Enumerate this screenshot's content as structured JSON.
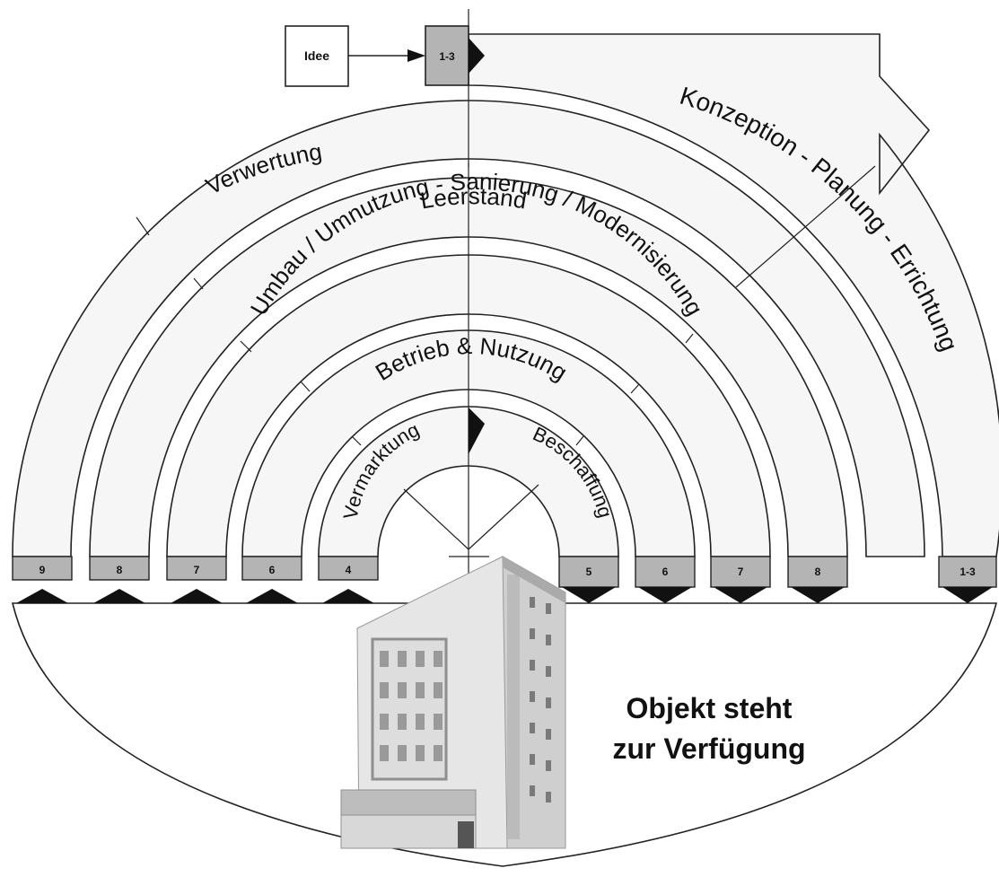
{
  "diagram": {
    "idea_box": "Idee",
    "idea_target": "1-3",
    "arcs": {
      "verwertung": "Verwertung",
      "leerstand": "Leerstand",
      "umbau": "Umbau / Umnutzung - Sanierung / Modernisierung",
      "betrieb": "Betrieb & Nutzung",
      "vermarktung": "Vermarktung",
      "beschaffung": "Beschaffung",
      "konzeption": "Konzeption - Planung - Errichtung"
    },
    "left_markers": [
      "9",
      "8",
      "7",
      "6",
      "4"
    ],
    "right_markers": [
      "5",
      "6",
      "7",
      "8",
      "1-3"
    ],
    "object_line1": "Objekt steht",
    "object_line2": "zur Verfügung"
  },
  "colors": {
    "band_fill": "#f6f6f6",
    "marker_fill": "#b4b4b4",
    "stroke": "#222222",
    "building_light": "#e4e4e4",
    "building_dark": "#8f8f8f"
  }
}
